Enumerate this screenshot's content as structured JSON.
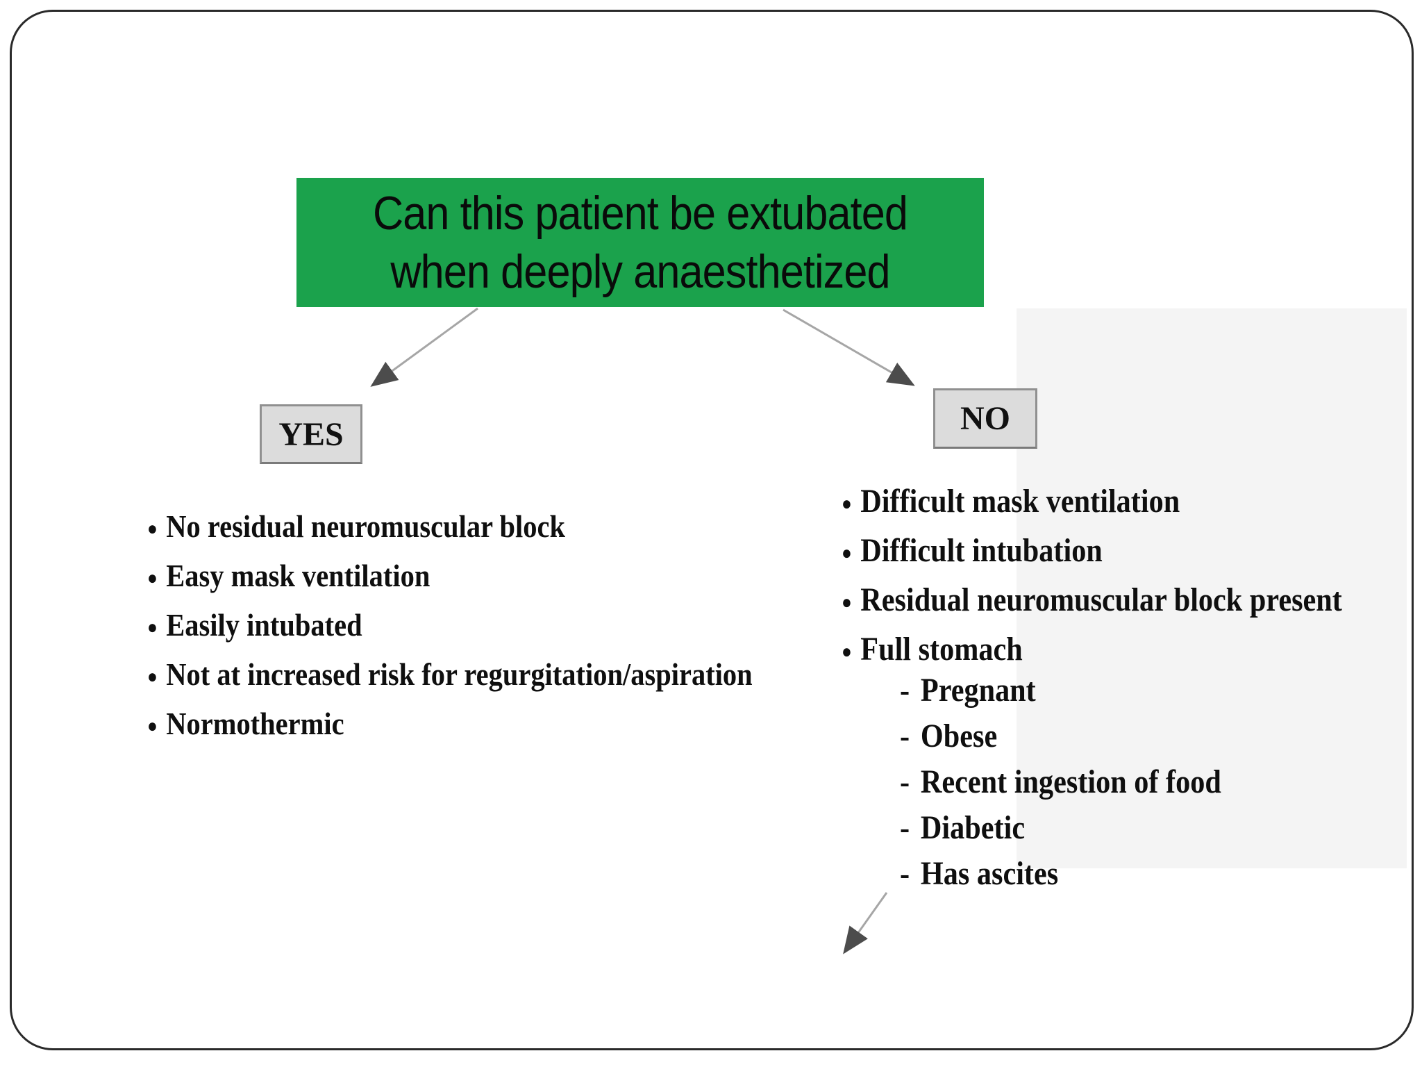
{
  "slide": {
    "title": {
      "line1": "Can this patient be extubated",
      "line2": "when deeply anaesthetized"
    },
    "branch_yes": {
      "label": "YES",
      "items": [
        "No residual neuromuscular block",
        "Easy mask ventilation",
        "Easily intubated",
        "Not at increased risk for regurgitation/aspiration",
        "Normothermic"
      ]
    },
    "branch_no": {
      "label": "NO",
      "items": [
        "Difficult mask ventilation",
        "Difficult intubation",
        "Residual neuromuscular block present",
        "Full stomach"
      ],
      "full_stomach_details": [
        "Pregnant",
        "Obese",
        "Recent ingestion of food",
        "Diabetic",
        "Has ascites"
      ]
    },
    "markers": {
      "bullet": "●",
      "dash": "-"
    },
    "colors": {
      "title_bg": "#1ba24c",
      "title_text": "#0a0a0a",
      "label_box_bg": "#dcdcdc",
      "label_box_border": "#909090",
      "arrow_line": "#a6a6a6",
      "arrow_head": "#4c4c4c",
      "frame_border": "#2a2a2a",
      "scan_tint": "#f4f4f4",
      "body_text": "#0f0f0f"
    }
  }
}
